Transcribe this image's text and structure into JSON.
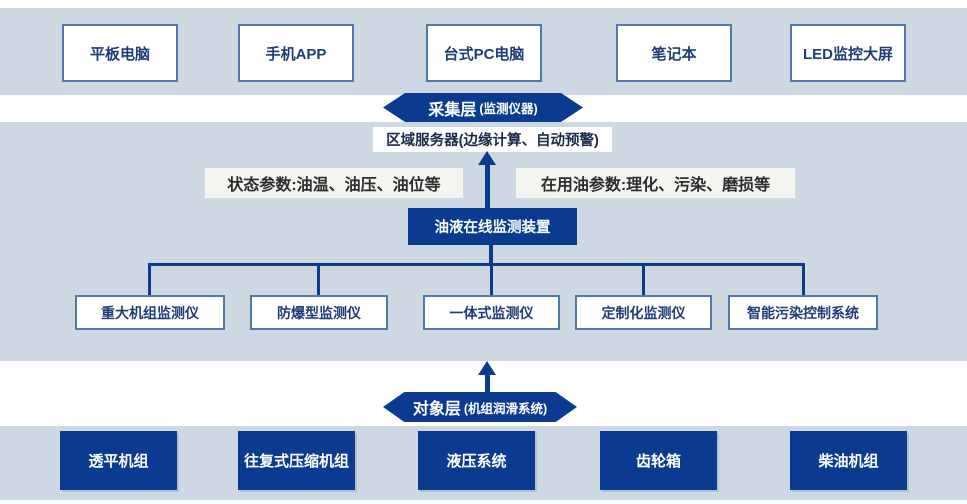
{
  "colors": {
    "band_bg": "#cdd8e2",
    "dark_blue": "#0b3b91",
    "white_box_border": "#4e79a8",
    "navy_text": "#1f3c78",
    "param_label_bg": "#f4f4f1",
    "param_label_text": "#2d2d2d"
  },
  "top_devices": [
    "平板电脑",
    "手机APP",
    "台式PC电脑",
    "笔记本",
    "LED监控大屏"
  ],
  "collection_pill": {
    "title": "采集层",
    "subtitle": "(监测仪器)"
  },
  "server_label": "区域服务器(边缘计算、自动预警)",
  "status_params_label": "状态参数:油温、油压、油位等",
  "oil_params_label": "在用油参数:理化、污染、磨损等",
  "monitor_device_label": "油液在线监测装置",
  "monitors": [
    "重大机组监测仪",
    "防爆型监测仪",
    "一体式监测仪",
    "定制化监测仪",
    "智能污染控制系统"
  ],
  "object_pill": {
    "title": "对象层",
    "subtitle": "(机组润滑系统)"
  },
  "equipment": [
    "透平机组",
    "往复式压缩机组",
    "液压系统",
    "齿轮箱",
    "柴油机组"
  ]
}
